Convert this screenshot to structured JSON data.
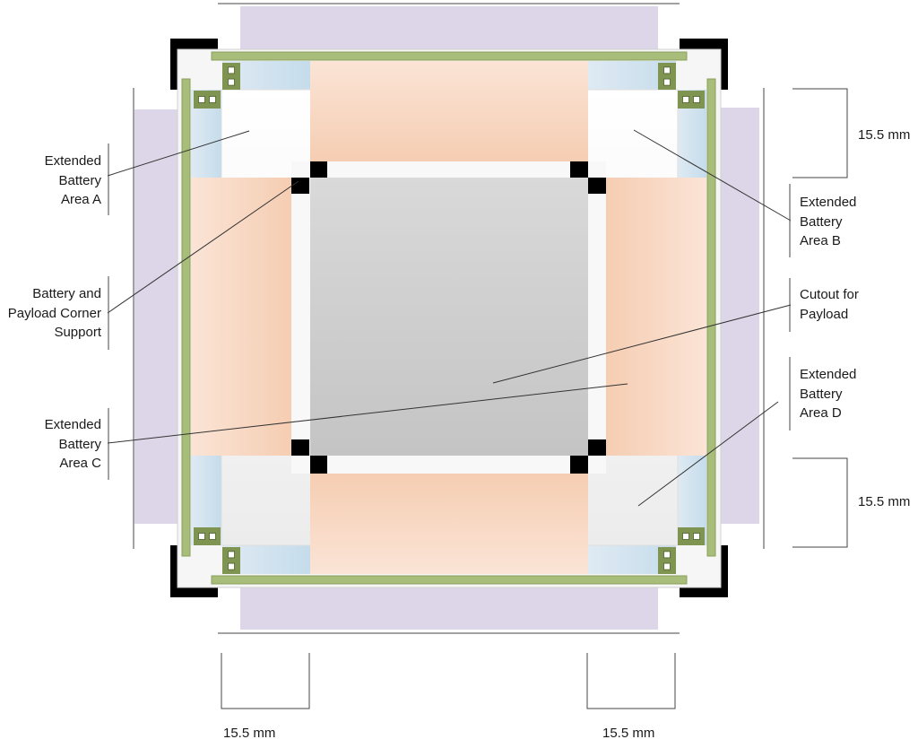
{
  "labels": {
    "area_a": [
      "Extended",
      "Battery",
      "Area A"
    ],
    "area_b": [
      "Extended",
      "Battery",
      "Area B"
    ],
    "corner_support": [
      "Battery and",
      "Payload Corner",
      "Support"
    ],
    "cutout": [
      "Cutout for",
      "Payload"
    ],
    "area_c": [
      "Extended",
      "Battery",
      "Area C"
    ],
    "area_d": [
      "Extended",
      "Battery",
      "Area D"
    ]
  },
  "dimensions": {
    "right_top": "15.5 mm",
    "right_bottom": "15.5 mm",
    "bottom_left": "15.5 mm",
    "bottom_right": "15.5 mm"
  },
  "colors": {
    "battery_peach": "#f6d3bd",
    "payload_grey": "#cfcfcf",
    "frame_green": "#a9bd7a",
    "lavender": "#ddd6e8",
    "light_blue": "#cfe2ef",
    "corner_black": "#000000"
  }
}
